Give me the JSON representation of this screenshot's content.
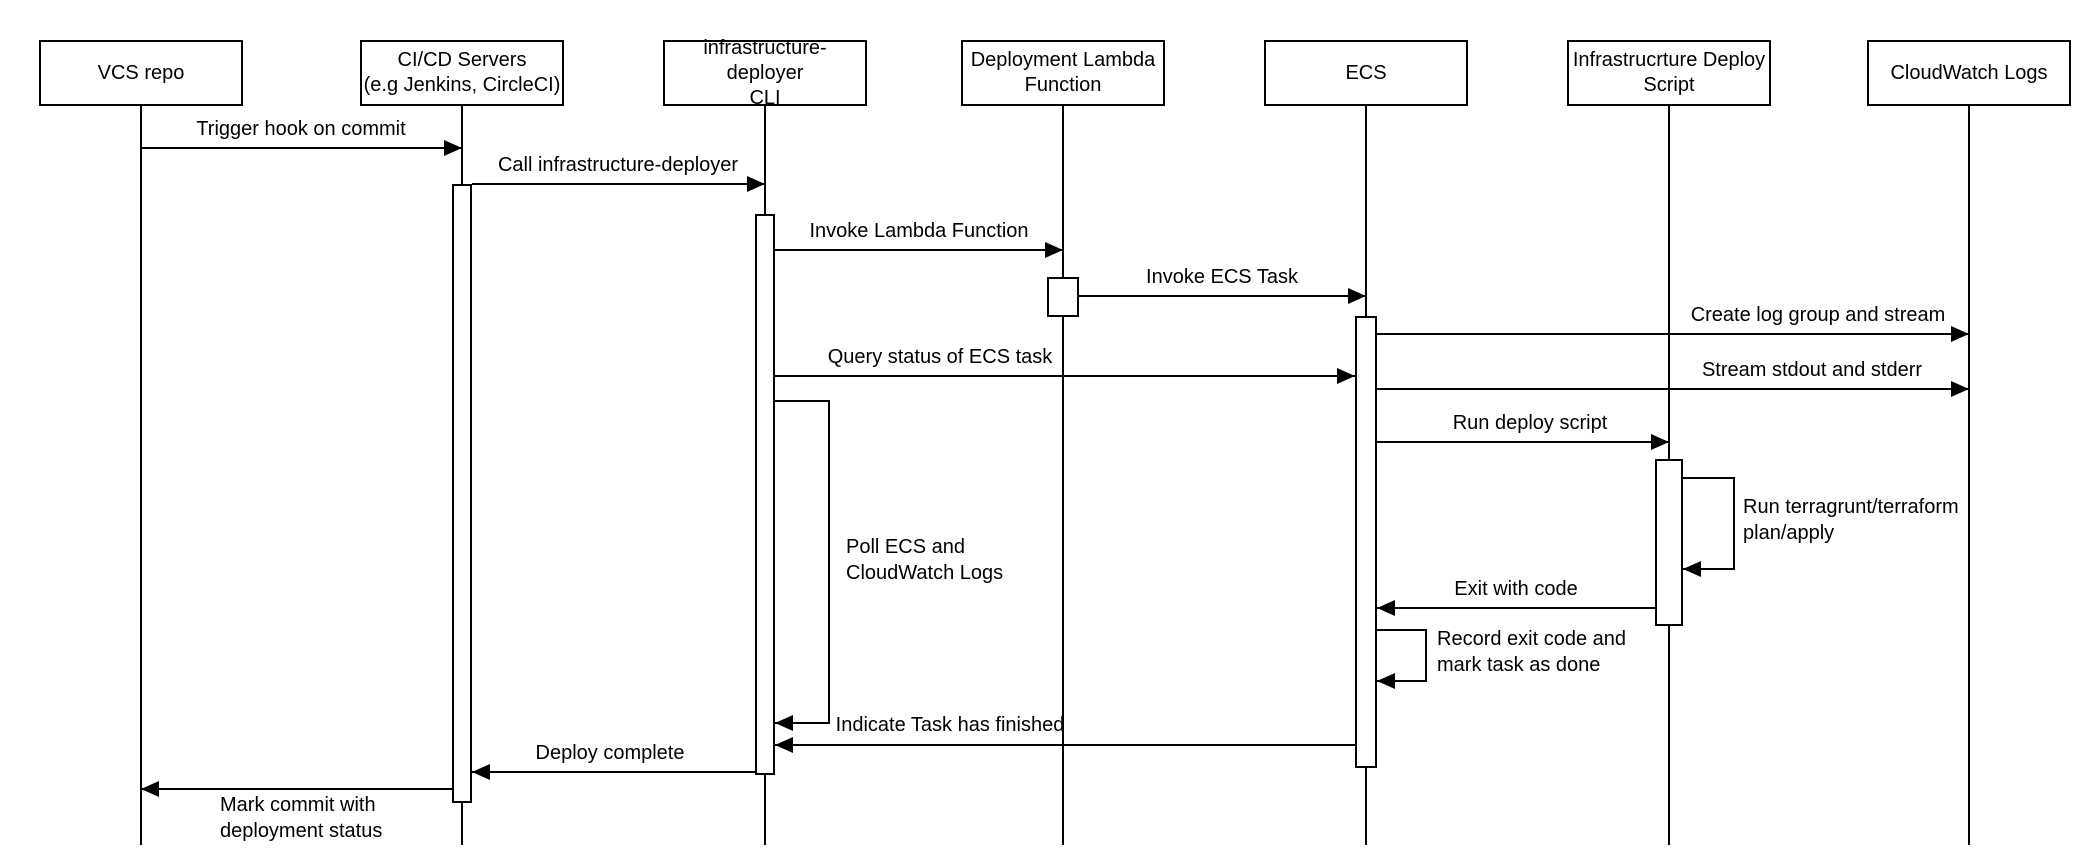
{
  "diagram": {
    "type": "sequence",
    "colors": {
      "stroke": "#000000",
      "background": "#ffffff"
    },
    "actors": [
      {
        "id": "vcs",
        "label": "VCS repo"
      },
      {
        "id": "cicd",
        "label": "CI/CD Servers\n(e.g Jenkins, CircleCI)"
      },
      {
        "id": "cli",
        "label": "infrastructure-deployer\nCLI"
      },
      {
        "id": "lambda",
        "label": "Deployment Lambda\nFunction"
      },
      {
        "id": "ecs",
        "label": "ECS"
      },
      {
        "id": "script",
        "label": "Infrastrucrture Deploy\nScript"
      },
      {
        "id": "cloudwatch",
        "label": "CloudWatch Logs"
      }
    ],
    "messages": [
      {
        "label": "Trigger hook on commit",
        "from": "vcs",
        "to": "cicd"
      },
      {
        "label": "Call infrastructure-deployer",
        "from": "cicd",
        "to": "cli"
      },
      {
        "label": "Invoke Lambda Function",
        "from": "cli",
        "to": "lambda"
      },
      {
        "label": "Invoke ECS Task",
        "from": "lambda",
        "to": "ecs"
      },
      {
        "label": "Create log group and stream",
        "from": "ecs",
        "to": "cloudwatch"
      },
      {
        "label": "Query status of ECS task",
        "from": "cli",
        "to": "ecs"
      },
      {
        "label": "Stream stdout and stderr",
        "from": "ecs",
        "to": "cloudwatch"
      },
      {
        "label": "Run deploy script",
        "from": "ecs",
        "to": "script"
      },
      {
        "label": "Run terragrunt/terraform\nplan/apply",
        "from": "script",
        "to": "script"
      },
      {
        "label": "Exit with code",
        "from": "script",
        "to": "ecs"
      },
      {
        "label": "Record exit code and\nmark task as done",
        "from": "ecs",
        "to": "ecs"
      },
      {
        "label": "Poll ECS and\nCloudWatch Logs",
        "from": "cli",
        "to": "cli"
      },
      {
        "label": "Indicate Task has finished",
        "from": "ecs",
        "to": "cli"
      },
      {
        "label": "Deploy complete",
        "from": "cli",
        "to": "cicd"
      },
      {
        "label": "Mark commit with\ndeployment status",
        "from": "cicd",
        "to": "vcs"
      }
    ]
  }
}
